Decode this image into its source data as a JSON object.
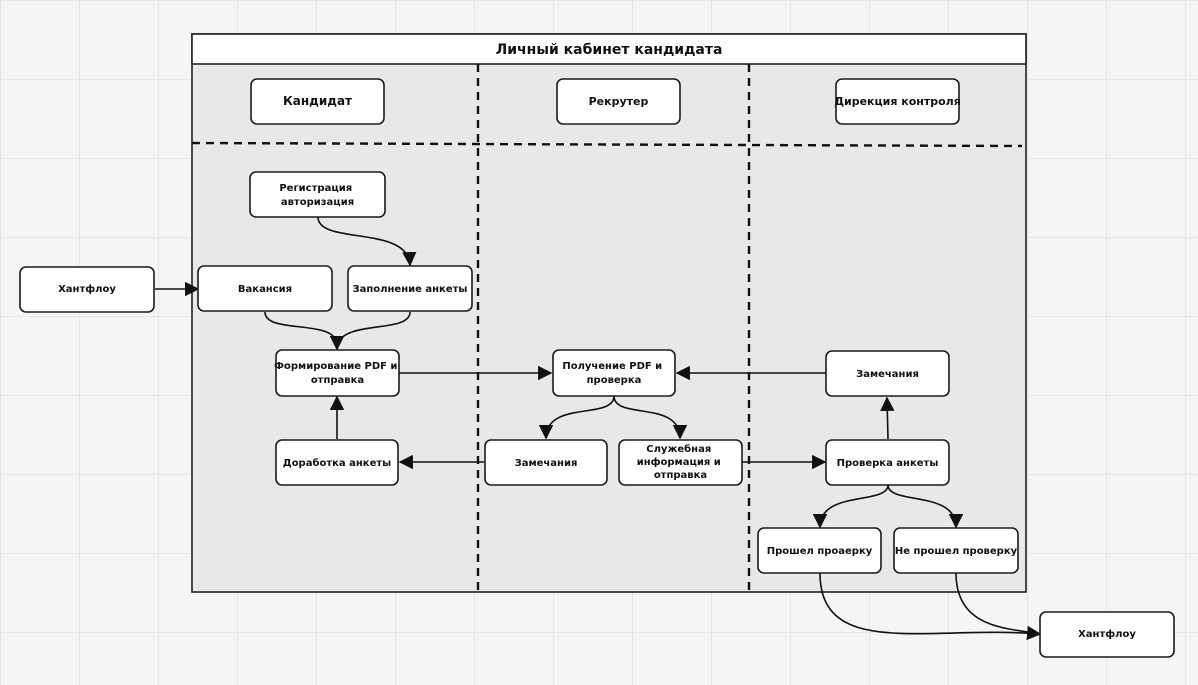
{
  "board_title": "Личный кабинет кандидата",
  "lanes": {
    "candidate": "Кандидат",
    "recruiter": "Рекрутер",
    "control": "Дирекция контроля"
  },
  "nodes": {
    "huntflow_in": "Хантфлоу",
    "registration": [
      "Регистрация",
      "авторизация"
    ],
    "vacancy": "Вакансия",
    "questionnaire_fill": "Заполнение анкеты",
    "pdf_form_send": [
      "Формирование PDF и",
      "отправка"
    ],
    "questionnaire_rework": "Доработка анкеты",
    "pdf_receive_check": [
      "Получение PDF и",
      "проверка"
    ],
    "recruiter_remarks": "Замечания",
    "service_info_send": [
      "Служебная",
      "информация и",
      "отправка"
    ],
    "control_remarks": "Замечания",
    "questionnaire_check": "Проверка анкеты",
    "check_passed": "Прошел проаерку",
    "check_failed": "Не прошел проверку",
    "huntflow_out": "Хантфлоу"
  }
}
